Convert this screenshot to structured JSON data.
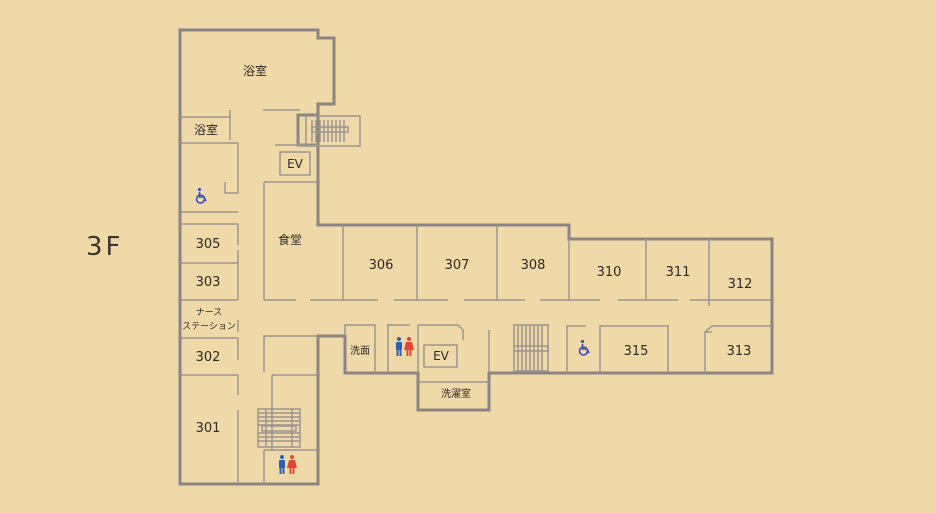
{
  "floor": "3F",
  "rooms": [
    {
      "id": "bath-large",
      "label": "浴室"
    },
    {
      "id": "bath-small",
      "label": "浴室"
    },
    {
      "id": "ev-north",
      "label": "EV"
    },
    {
      "id": "dining",
      "label": "食堂"
    },
    {
      "id": "r305",
      "label": "305"
    },
    {
      "id": "r303",
      "label": "303"
    },
    {
      "id": "nurse-1",
      "label": "ナース"
    },
    {
      "id": "nurse-2",
      "label": "ステーション"
    },
    {
      "id": "r302",
      "label": "302"
    },
    {
      "id": "r301",
      "label": "301"
    },
    {
      "id": "r306",
      "label": "306"
    },
    {
      "id": "r307",
      "label": "307"
    },
    {
      "id": "r308",
      "label": "308"
    },
    {
      "id": "r310",
      "label": "310"
    },
    {
      "id": "r311",
      "label": "311"
    },
    {
      "id": "r312",
      "label": "312"
    },
    {
      "id": "washroom",
      "label": "洗面"
    },
    {
      "id": "ev-south",
      "label": "EV"
    },
    {
      "id": "laundry",
      "label": "洗濯室"
    },
    {
      "id": "r315",
      "label": "315"
    },
    {
      "id": "r313",
      "label": "313"
    }
  ],
  "icons": {
    "wheelchair": "wheelchair-icon",
    "restroom": "restroom-icon",
    "stairs": "stairs-icon",
    "male_color": "#2f5fb0",
    "female_color": "#e04535",
    "wheelchair_color": "#3a4fb8"
  }
}
